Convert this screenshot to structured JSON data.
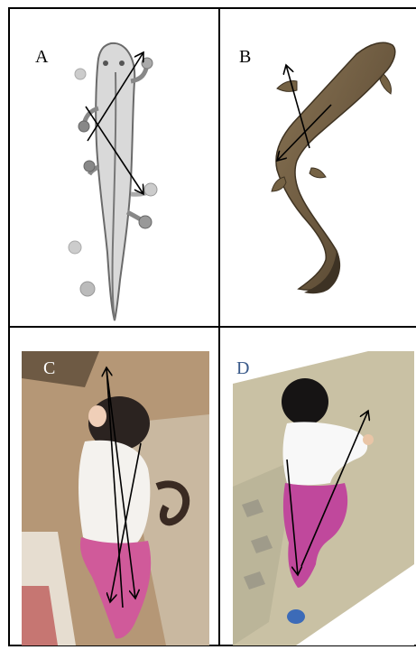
{
  "panels": {
    "a": {
      "label": "A",
      "label_color": "#000000"
    },
    "b": {
      "label": "B",
      "label_color": "#000000"
    },
    "c": {
      "label": "C",
      "label_color": "#ffffff"
    },
    "d": {
      "label": "D",
      "label_color": "#3a5a8a"
    }
  }
}
